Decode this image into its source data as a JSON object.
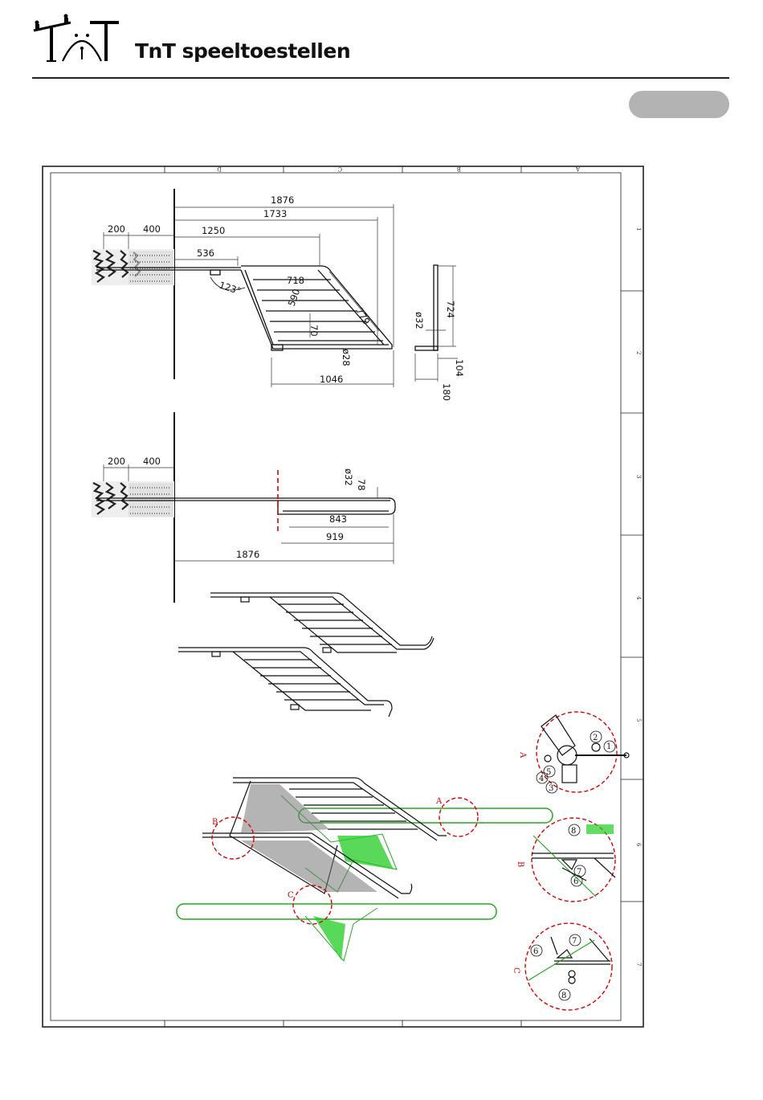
{
  "brand": {
    "name": "TnT speeltoestellen"
  },
  "sheet": {
    "top_grid": [
      "D",
      "C",
      "B",
      "A"
    ],
    "side_grid": [
      "1",
      "2",
      "3",
      "4",
      "5",
      "6",
      "7"
    ]
  },
  "views": {
    "side": {
      "d1876": "1876",
      "d1733": "1733",
      "d1250": "1250",
      "d536": "536",
      "d200": "200",
      "d400": "400",
      "d123": "123°",
      "d718": "718",
      "d590": "590",
      "d779": "779",
      "d70": "70",
      "d28": "ø28",
      "d1046": "1046"
    },
    "end": {
      "d724": "724",
      "d32": "ø32",
      "d104": "104",
      "d180": "180"
    },
    "top": {
      "d200": "200",
      "d400": "400",
      "d32": "ø32",
      "d78": "78",
      "d843": "843",
      "d919": "919",
      "d1876": "1876"
    }
  },
  "details": {
    "A": {
      "label": "A",
      "parts": [
        "1",
        "2",
        "3",
        "4",
        "5"
      ]
    },
    "B": {
      "label": "B",
      "parts": [
        "8",
        "7",
        "6"
      ]
    },
    "C": {
      "label": "C",
      "parts": [
        "6",
        "7",
        "8"
      ]
    },
    "assembly_labels": [
      "A",
      "B",
      "C"
    ]
  }
}
